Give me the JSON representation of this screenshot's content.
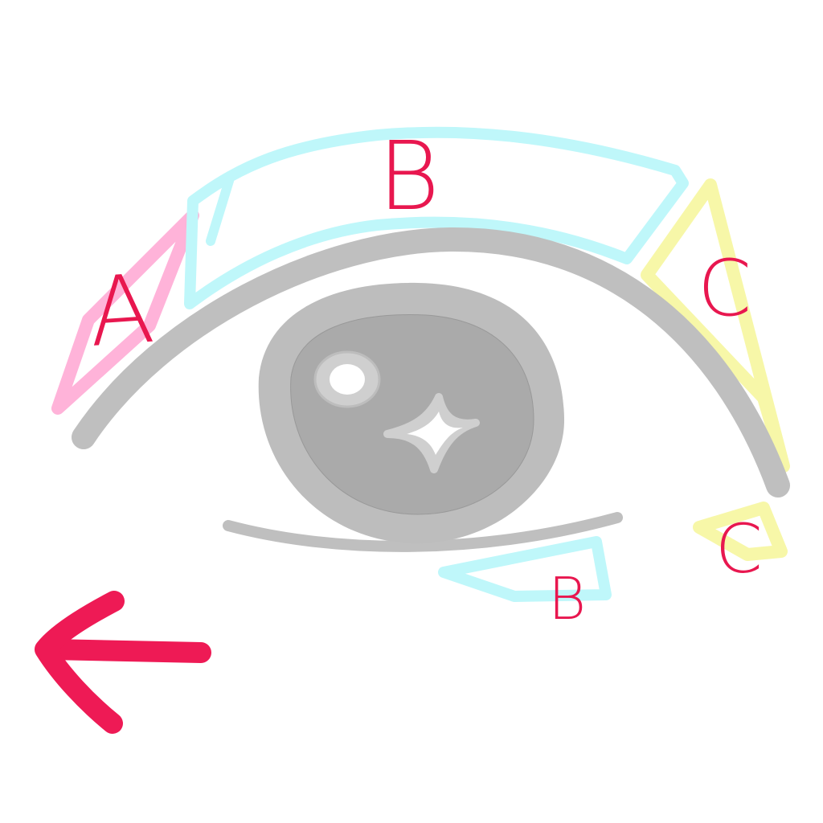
{
  "labels": {
    "zone_a": "A",
    "zone_b_upper": "B",
    "zone_c_outer": "C",
    "zone_c_lower": "C",
    "zone_b_lower": "B"
  },
  "colors": {
    "zone_a": "#ffb3d9",
    "zone_b": "#bff7fa",
    "zone_c": "#f7f7a8",
    "label_text": "#e8174f",
    "arrow": "#ee1a55",
    "eyelid_line": "#bfbfbf",
    "iris_outer": "#bdbdbd",
    "iris_inner": "#aaaaaa",
    "background": "#ffffff"
  },
  "icons": {
    "direction_arrow": "left-arrow-icon"
  }
}
